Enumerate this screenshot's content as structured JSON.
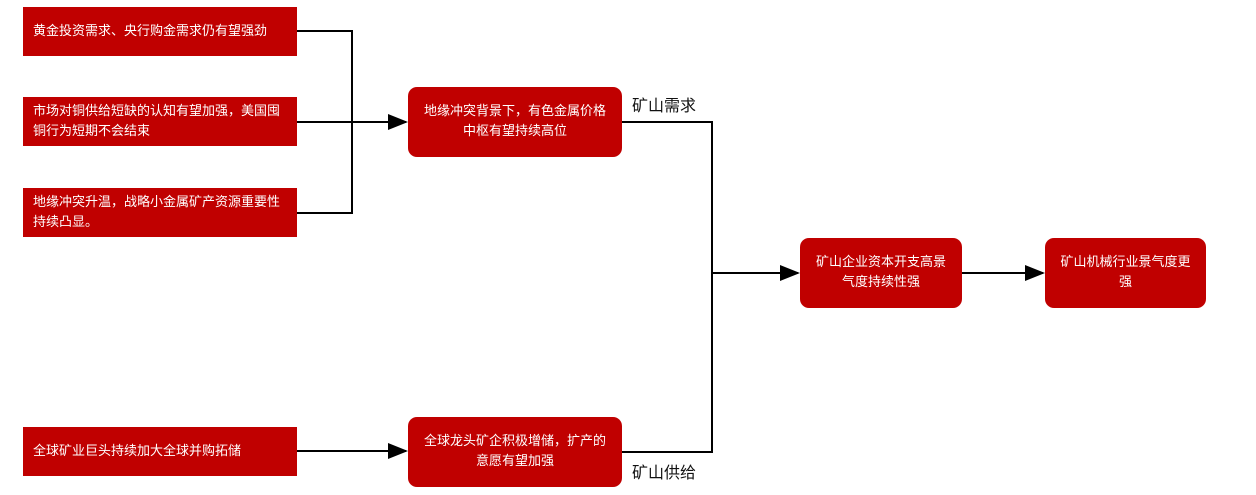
{
  "colors": {
    "box": "#c00000",
    "line": "#000000"
  },
  "inputs": [
    "黄金投资需求、央行购金需求仍有望强劲",
    "市场对铜供给短缺的认知有望加强，美国囤铜行为短期不会结束",
    "地缘冲突升温，战略小金属矿产资源重要性持续凸显。",
    "全球矿业巨头持续加大全球并购拓储"
  ],
  "middle": {
    "demand": "地缘冲突背景下，有色金属价格中枢有望持续高位",
    "supply": "全球龙头矿企积极增储，扩产的意愿有望加强"
  },
  "labels": {
    "demand": "矿山需求",
    "supply": "矿山供给"
  },
  "outcomes": {
    "capex": "矿山企业资本开支高景气度持续性强",
    "machinery": "矿山机械行业景气度更强"
  }
}
